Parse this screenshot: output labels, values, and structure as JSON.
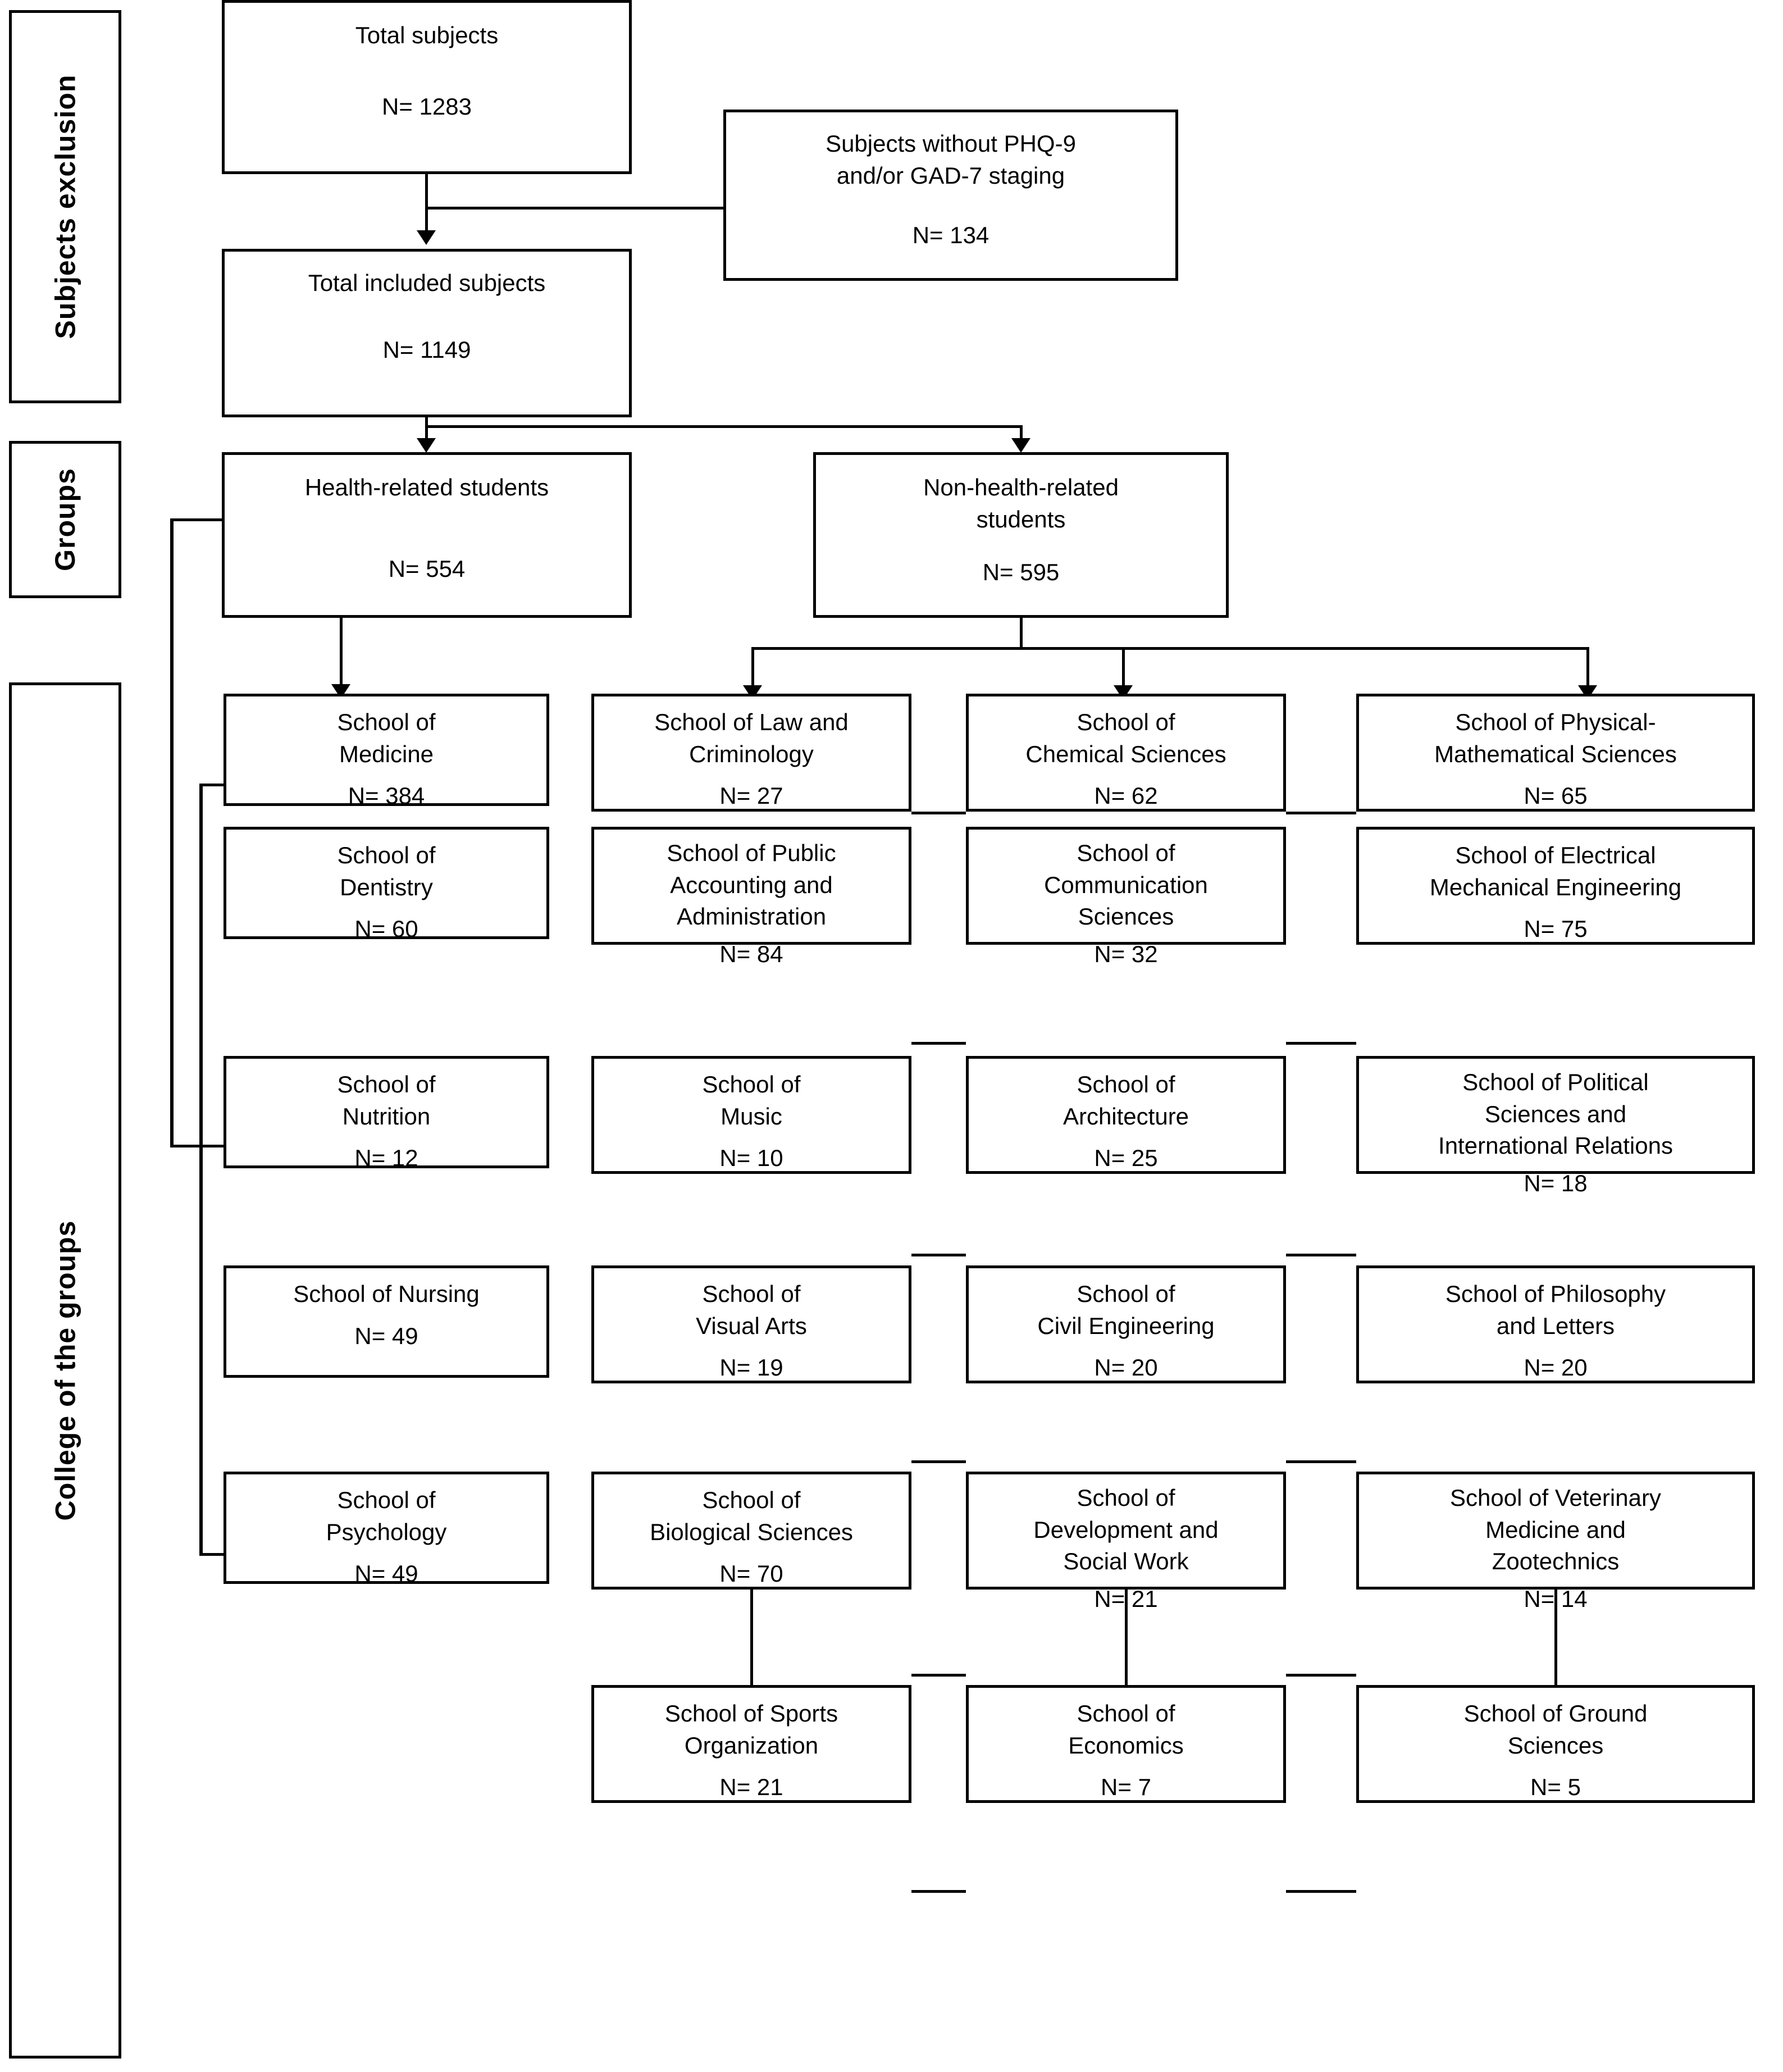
{
  "figure": {
    "type": "flowchart",
    "description": "Study participant flow diagram with subject exclusion, groups, and colleges of the groups"
  },
  "sidebar": {
    "labels": [
      {
        "id": "subjects-exclusion",
        "text": "Subjects exclusion"
      },
      {
        "id": "groups",
        "text": "Groups"
      },
      {
        "id": "college-of-the-groups",
        "text": "College of the groups"
      }
    ]
  },
  "flow": {
    "total_subjects": {
      "title": "Total subjects",
      "count": "N= 1283"
    },
    "excluded": {
      "title": "Subjects without PHQ-9\nand/or GAD-7 staging",
      "count": "N= 134"
    },
    "total_included": {
      "title": "Total included  subjects",
      "count": "N= 1149"
    },
    "health_group": {
      "title": "Health-related students",
      "count": "N= 554"
    },
    "non_health_group": {
      "title": "Non-health-related\nstudents",
      "count": "N= 595"
    }
  },
  "colleges": {
    "health_related": [
      {
        "title": "School of\nMedicine",
        "count": "N= 384"
      },
      {
        "title": "School of\nDentistry",
        "count": "N= 60"
      },
      {
        "title": "School of\nNutrition",
        "count": "N= 12"
      },
      {
        "title": "School of Nursing",
        "count": "N= 49"
      },
      {
        "title": "School of\nPsychology",
        "count": "N= 49"
      }
    ],
    "non_health_col1": [
      {
        "title": "School of Law and\nCriminology",
        "count": "N= 27"
      },
      {
        "title": "School of Public\nAccounting  and\nAdministration",
        "count": "N= 84"
      },
      {
        "title": "School of\nMusic",
        "count": "N= 10"
      },
      {
        "title": "School of\nVisual Arts",
        "count": "N= 19"
      },
      {
        "title": "School of\nBiological Sciences",
        "count": "N= 70"
      },
      {
        "title": "School of Sports\nOrganization",
        "count": "N= 21"
      }
    ],
    "non_health_col2": [
      {
        "title": "School of\nChemical Sciences",
        "count": "N= 62"
      },
      {
        "title": "School of\nCommunication\nSciences",
        "count": "N= 32"
      },
      {
        "title": "School of\nArchitecture",
        "count": "N= 25"
      },
      {
        "title": "School of\nCivil Engineering",
        "count": "N= 20"
      },
      {
        "title": "School of\nDevelopment  and\nSocial Work",
        "count": "N= 21"
      },
      {
        "title": "School of\nEconomics",
        "count": "N= 7"
      }
    ],
    "non_health_col3": [
      {
        "title": "School of Physical-\nMathematical Sciences",
        "count": "N= 65"
      },
      {
        "title": "School of Electrical\nMechanical  Engineering",
        "count": "N= 75"
      },
      {
        "title": "School of Political\nSciences and\nInternational Relations",
        "count": "N= 18"
      },
      {
        "title": "School of Philosophy\nand Letters",
        "count": "N= 20"
      },
      {
        "title": "School of Veterinary\nMedicine  and\nZootechnics",
        "count": "N= 14"
      },
      {
        "title": "School of Ground\nSciences",
        "count": "N= 5"
      }
    ]
  },
  "colors": {
    "stroke": "#000000",
    "background": "#ffffff"
  }
}
